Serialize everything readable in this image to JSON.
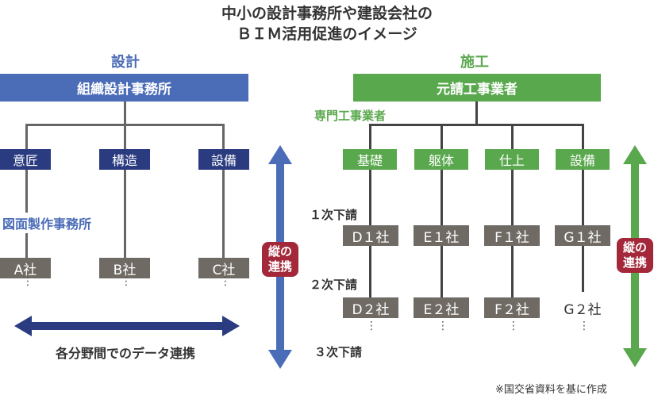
{
  "title": {
    "line1": "中小の設計事務所や建設会社の",
    "line2": "ＢＩＭ活用促進のイメージ"
  },
  "design": {
    "heading": "設計",
    "top": "組織設計事務所",
    "branches": [
      "意匠",
      "構造",
      "設備"
    ],
    "sub_label": "図面製作事務所",
    "companies": [
      "A社",
      "B社",
      "C社"
    ],
    "horizontal_label": "各分野間でのデータ連携",
    "vertical_badge": [
      "縦の",
      "連携"
    ]
  },
  "construction": {
    "heading": "施工",
    "top": "元請工事業者",
    "specialist_label": "専門工事業者",
    "branches": [
      "基礎",
      "躯体",
      "仕上",
      "設備"
    ],
    "tier1_label": "１次下請",
    "tier2_label": "２次下請",
    "tier3_label": "３次下請",
    "tier1": [
      "D１社",
      "E１社",
      "F１社",
      "G１社"
    ],
    "tier2": [
      "D２社",
      "E２社",
      "F２社",
      "G２社"
    ],
    "vertical_badge": [
      "縦の",
      "連携"
    ]
  },
  "dots": "⋮",
  "footnote": "※国交省資料を基に作成",
  "colors": {
    "design_blue": "#4b6cb7",
    "navy": "#2a3b80",
    "green": "#5aa84d",
    "gray_box": "#6f6a64",
    "badge_red": "#a3283a"
  }
}
